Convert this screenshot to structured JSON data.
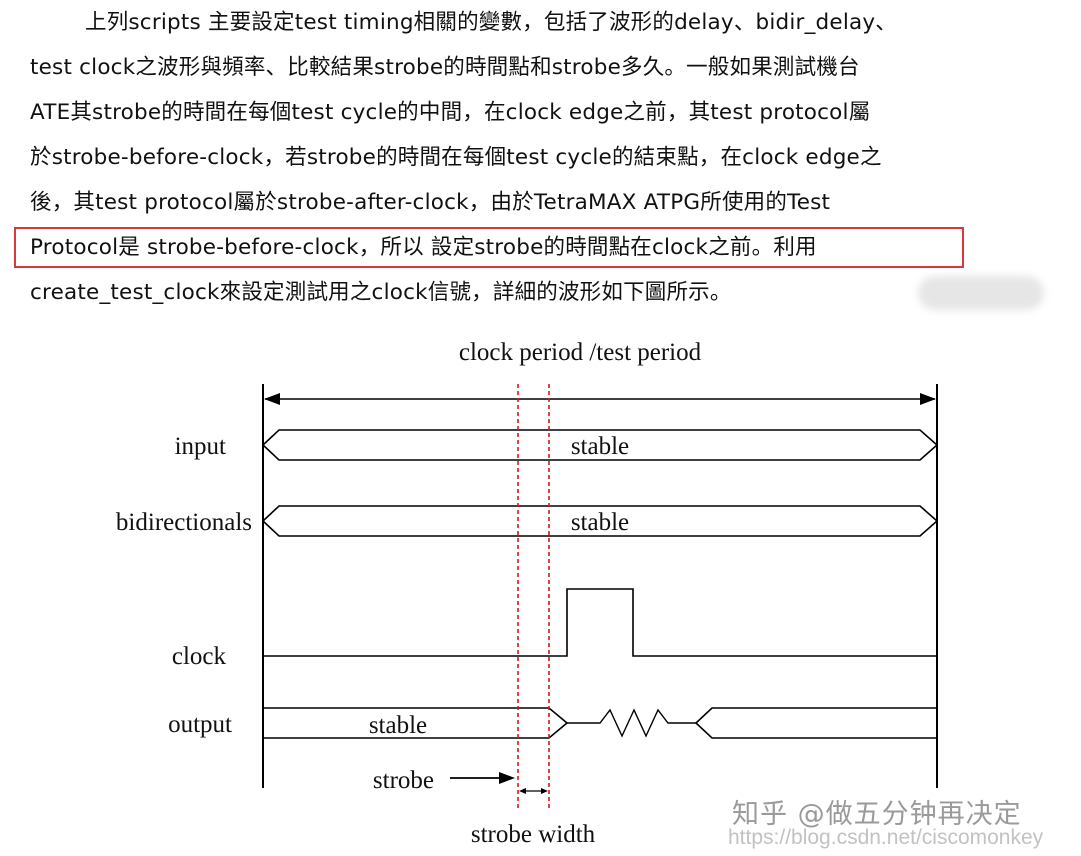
{
  "paragraph": {
    "lines": [
      "上列scripts 主要設定test timing相關的變數，包括了波形的delay、bidir_delay、",
      "test clock之波形與頻率、比較結果strobe的時間點和strobe多久。一般如果測試機台",
      "ATE其strobe的時間在每個test cycle的中間，在clock edge之前，其test protocol屬",
      "於strobe-before-clock，若strobe的時間在每個test cycle的結束點，在clock edge之",
      "後，其test protocol屬於strobe-after-clock，由於TetraMAX ATPG所使用的Test",
      "Protocol是 strobe-before-clock，所以 設定strobe的時間點在clock之前。利用",
      "create_test_clock來設定測試用之clock信號，詳細的波形如下圖所示。"
    ]
  },
  "diagram": {
    "period_label": "clock period /test period",
    "signals": {
      "input": {
        "name": "input",
        "state": "stable"
      },
      "bidirectionals": {
        "name": "bidirectionals",
        "state": "stable"
      },
      "clock": {
        "name": "clock"
      },
      "output": {
        "name": "output",
        "state": "stable"
      }
    },
    "strobe_label": "strobe",
    "strobe_width_label": "strobe width",
    "highlight_color": "#d9363e",
    "strobe_line_color": "#e0141b"
  },
  "watermark": {
    "brand": "知乎 @做五分钟再决定",
    "url": "https://blog.csdn.net/ciscomonkey"
  }
}
